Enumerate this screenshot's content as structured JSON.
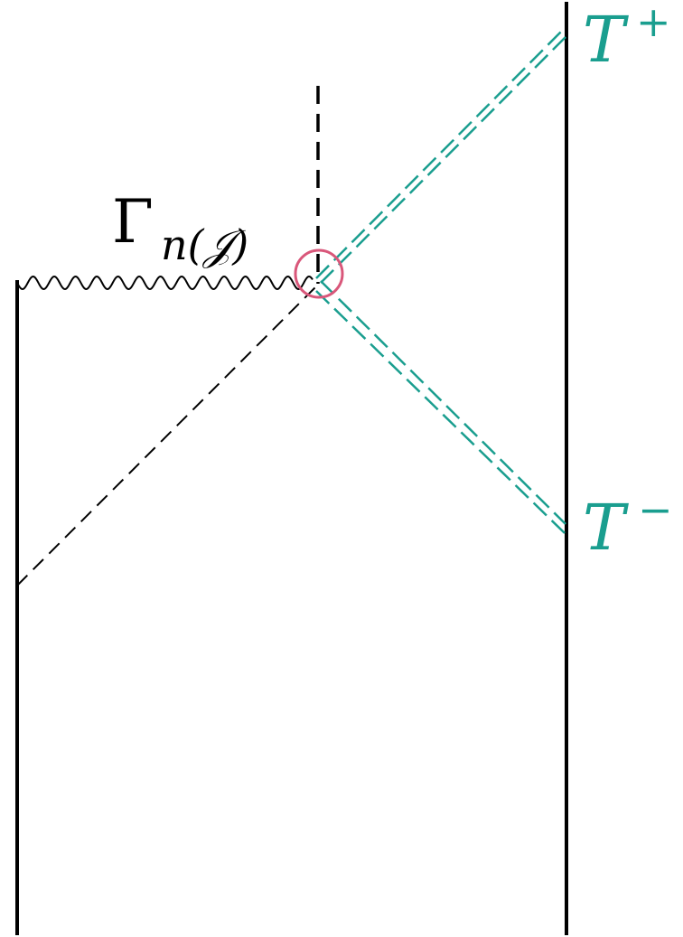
{
  "diagram": {
    "labels": {
      "gamma": "Γ",
      "gamma_subscript": "n(𝒥)",
      "t_plus_base": "T",
      "t_plus_sup": "+",
      "t_minus_base": "T",
      "t_minus_sup": "−"
    },
    "colors": {
      "ink": "#000000",
      "teal": "#1a9e8f",
      "marker": "#d9577a"
    }
  }
}
